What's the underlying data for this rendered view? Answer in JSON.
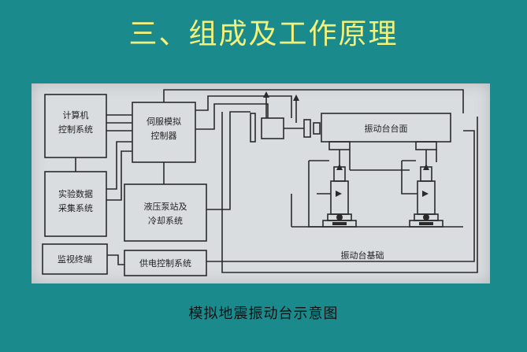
{
  "slide": {
    "title": "三、组成及工作原理",
    "caption": "模拟地震振动台示意图"
  },
  "diagram": {
    "computer": [
      "计算机",
      "控制系统"
    ],
    "servo": [
      "伺服模拟",
      "控制器"
    ],
    "daq": [
      "实验数据",
      "采集系统"
    ],
    "pump": [
      "液压泵站及",
      "冷却系统"
    ],
    "monitor": "监视终端",
    "power": "供电控制系统",
    "table_top": "振动台台面",
    "foundation": "振动台基础"
  },
  "colors": {
    "background": "#1b8a8c",
    "title": "#f2f27a",
    "photo": "#d9dde0",
    "line": "#2a2a2a"
  }
}
